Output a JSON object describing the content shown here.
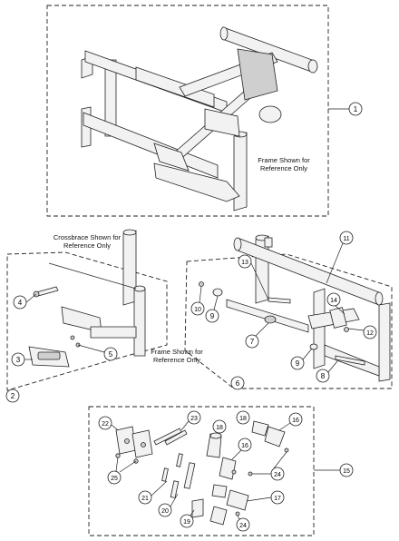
{
  "captions": {
    "frame_top": "Frame Shown for\nReference Only",
    "crossbrace": "Crossbrace Shown for\nReference Only",
    "frame_left": "Frame Shown for\nReference Only"
  },
  "callouts": {
    "c1": "1",
    "c2": "2",
    "c3": "3",
    "c4": "4",
    "c5": "5",
    "c6": "6",
    "c7": "7",
    "c8": "8",
    "c9a": "9",
    "c9b": "9",
    "c10": "10",
    "c11": "11",
    "c12": "12",
    "c13": "13",
    "c14": "14",
    "c15": "15",
    "c16a": "16",
    "c16b": "16",
    "c17": "17",
    "c18a": "18",
    "c18b": "18",
    "c19": "19",
    "c20": "20",
    "c21": "21",
    "c22": "22",
    "c23": "23",
    "c24a": "24",
    "c24b": "24",
    "c25": "25"
  }
}
